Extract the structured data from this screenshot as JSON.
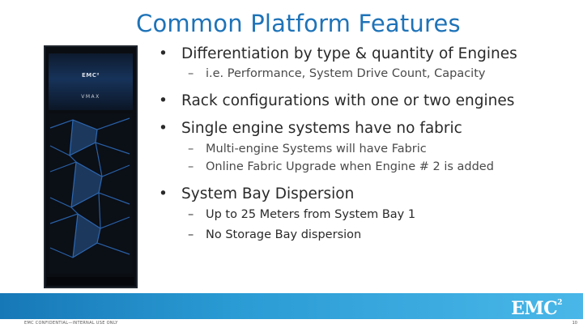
{
  "title": "Common Platform Features",
  "rack": {
    "brand": "EMC²",
    "model": "VMAX"
  },
  "bullets": [
    {
      "text": "Differentiation by type & quantity of Engines",
      "sub": [
        "i.e. Performance, System Drive Count, Capacity"
      ]
    },
    {
      "text": "Rack configurations with one or two engines",
      "sub": []
    },
    {
      "text": "Single engine systems have no fabric",
      "sub": [
        "Multi-engine Systems will have Fabric",
        "Online Fabric Upgrade when Engine # 2 is added"
      ]
    },
    {
      "text": "System Bay Dispersion",
      "sub": [
        "Up to 25 Meters from System Bay 1",
        "No Storage Bay dispersion"
      ]
    }
  ],
  "symbols": {
    "bullet": "•",
    "dash": "–"
  },
  "footer": {
    "confidential": "EMC CONFIDENTIAL—INTERNAL USE ONLY",
    "logo": "EMC",
    "logo_sup": "2",
    "page": "10"
  },
  "colors": {
    "title": "#1e73b8",
    "footer_bar": "#2a9bd4",
    "rack_accent": "#2f6fc0"
  }
}
